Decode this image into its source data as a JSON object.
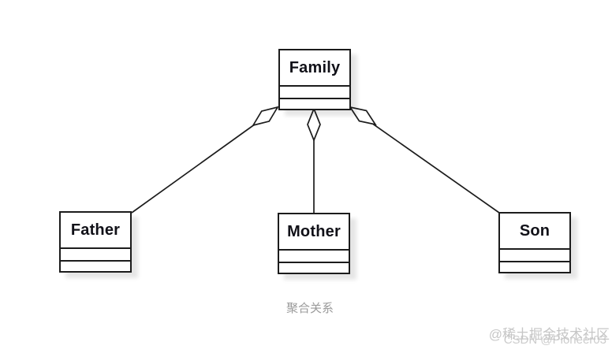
{
  "diagram": {
    "type": "uml-class-diagram",
    "relationship": "aggregation",
    "caption": "聚合关系",
    "nodes": [
      {
        "id": "family",
        "label": "Family",
        "compartments": [
          "",
          ""
        ]
      },
      {
        "id": "father",
        "label": "Father",
        "compartments": [
          "",
          ""
        ]
      },
      {
        "id": "mother",
        "label": "Mother",
        "compartments": [
          "",
          ""
        ]
      },
      {
        "id": "son",
        "label": "Son",
        "compartments": [
          "",
          ""
        ]
      }
    ],
    "edges": [
      {
        "from": "family",
        "to": "father",
        "type": "aggregation",
        "diamond": "hollow"
      },
      {
        "from": "family",
        "to": "mother",
        "type": "aggregation",
        "diamond": "hollow"
      },
      {
        "from": "family",
        "to": "son",
        "type": "aggregation",
        "diamond": "hollow"
      }
    ]
  },
  "watermark": {
    "line1": "@稀土掘金技术社区",
    "line2": "CSDN @Pioneer03"
  },
  "colors": {
    "stroke": "#1c1c1c",
    "box_fill": "#ffffff",
    "caption_text": "#9b9b9b",
    "watermark_text": "#bdbdbd"
  }
}
